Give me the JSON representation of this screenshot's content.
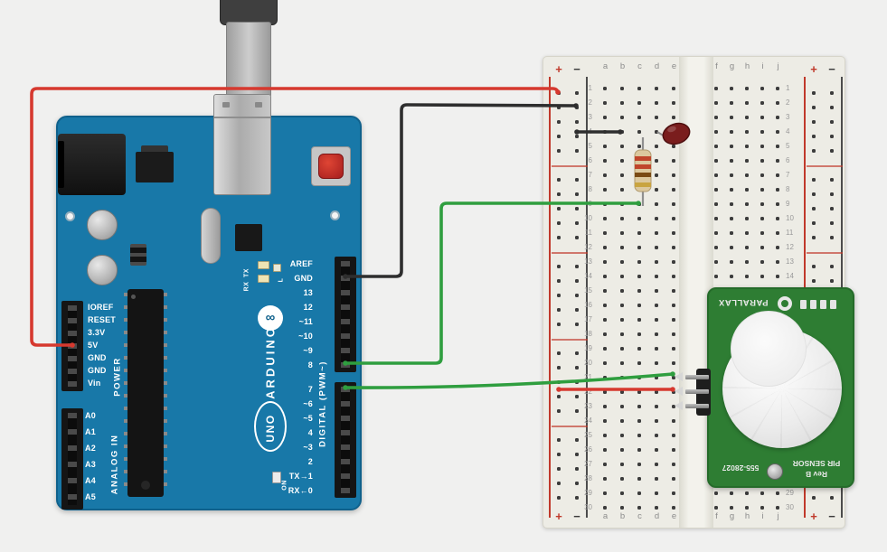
{
  "app": {
    "background": "#f0f0ef"
  },
  "arduino": {
    "brand": "ARDUINO",
    "model": "UNO",
    "logo_symbol": "∞",
    "board_color": "#1878a8",
    "digital_section_label": "DIGITAL (PWM~)",
    "digital_pins_upper": [
      "AREF",
      "GND",
      "13",
      "12",
      "~11",
      "~10",
      "~9",
      "8"
    ],
    "digital_pins_lower": [
      "7",
      "~6",
      "~5",
      "4",
      "~3",
      "2",
      "TX→1",
      "RX←0"
    ],
    "power_section_label": "POWER",
    "power_pins": [
      "IOREF",
      "RESET",
      "3.3V",
      "5V",
      "GND",
      "GND",
      "Vin"
    ],
    "analog_section_label": "ANALOG IN",
    "analog_pins": [
      "A0",
      "A1",
      "A2",
      "A3",
      "A4",
      "A5"
    ],
    "led_labels": {
      "tx": "TX",
      "rx": "RX",
      "l": "L",
      "on": "ON"
    }
  },
  "breadboard": {
    "rows": 30,
    "column_groups": [
      [
        "a",
        "b",
        "c",
        "d",
        "e"
      ],
      [
        "f",
        "g",
        "h",
        "i",
        "j"
      ]
    ],
    "rail_positive": "+",
    "rail_negative": "−"
  },
  "pir_sensor": {
    "brand": "PARALLAX",
    "part_number": "555-28027",
    "name": "PIR SENSOR",
    "revision": "Rev B",
    "board_color": "#2e7d33"
  },
  "components": {
    "led_color": "#7a1d1d",
    "resistor_body_color": "#dcc89e",
    "resistor_bands": [
      "#c0452b",
      "#c0452b",
      "#7a4a14",
      "#c9a440"
    ]
  },
  "wires": [
    {
      "name": "5v-to-positive-rail",
      "color": "#d6392f"
    },
    {
      "name": "gnd-to-negative-rail",
      "color": "#2e2e2e"
    },
    {
      "name": "pin8-to-resistor",
      "color": "#2f9e3f"
    },
    {
      "name": "pin7-to-pir-signal",
      "color": "#2f9e3f"
    },
    {
      "name": "positive-rail-jumper",
      "color": "#d6392f"
    },
    {
      "name": "negative-rail-jumper",
      "color": "#2e2e2e"
    }
  ]
}
